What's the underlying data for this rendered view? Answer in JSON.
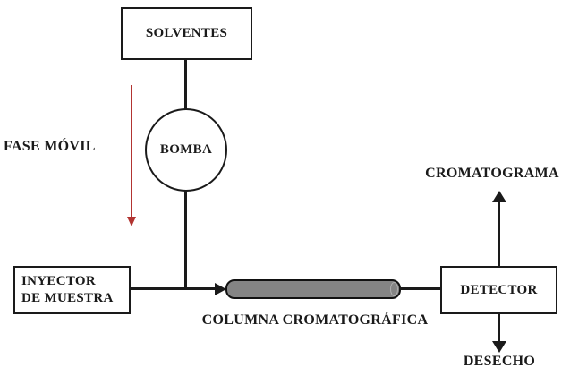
{
  "diagram": {
    "nodes": {
      "solventes": {
        "label": "SOLVENTES",
        "shape": "rectangle"
      },
      "bomba": {
        "label": "BOMBA",
        "shape": "circle"
      },
      "inyector": {
        "label": "INYECTOR DE MUESTRA",
        "shape": "rectangle"
      },
      "columna": {
        "label": "COLUMNA CROMATOGRÁFICA",
        "shape": "cylinder"
      },
      "detector": {
        "label": "DETECTOR",
        "shape": "rectangle"
      }
    },
    "annotations": {
      "fase_movil": {
        "label": "FASE MÓVIL",
        "arrow_direction": "down"
      },
      "cromatograma": {
        "label": "CROMATOGRAMA",
        "arrow_direction": "up"
      },
      "desecho": {
        "label": "DESECHO",
        "arrow_direction": "down"
      }
    },
    "colors": {
      "line": "#1a1a1a",
      "text": "#1a1a1a",
      "red_arrow": "#b23431",
      "column_fill": "#848484",
      "background": "#ffffff"
    }
  }
}
